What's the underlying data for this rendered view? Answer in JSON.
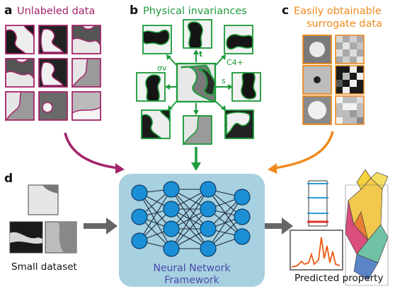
{
  "colors": {
    "unlabeled": "#a3246a",
    "physical": "#1f9a3c",
    "surrogate": "#ef8a1e",
    "nn_panel": "#a7d0e0",
    "nn_node": "#1a8fd6",
    "nn_text": "#4a4aa8",
    "arrow_gray": "#666666"
  },
  "panels": {
    "a": {
      "letter": "a",
      "title": "Unlabeled data"
    },
    "b": {
      "letter": "b",
      "title": "Physical invariances",
      "symmetries": [
        "t",
        "σv",
        "C4+",
        "s"
      ]
    },
    "c": {
      "letter": "c",
      "title_line1": "Easily obtainable",
      "title_line2": "surrogate data"
    },
    "d": {
      "letter": "d",
      "small_dataset": "Small dataset",
      "nn_line1": "Neural Network",
      "nn_line2": "Framework",
      "predicted": "Predicted property"
    }
  },
  "icons": [
    "microstructure-tile",
    "neural-network-diagram",
    "bar-level-icon",
    "spectrum-plot-icon",
    "polycrystal-3d-icon",
    "arrow"
  ]
}
